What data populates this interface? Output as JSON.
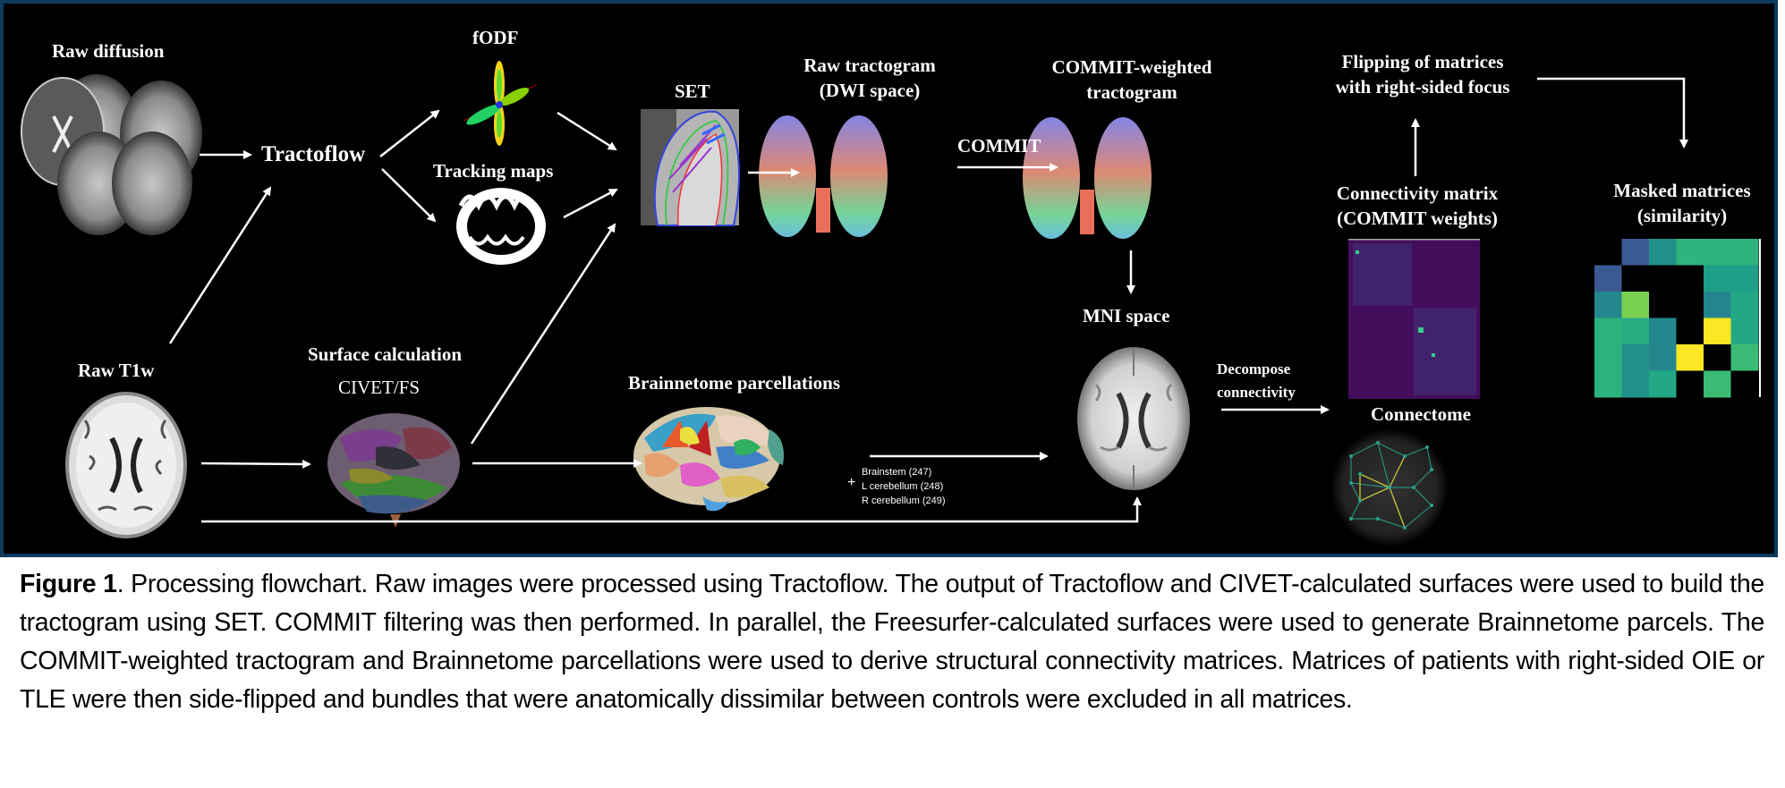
{
  "figure": {
    "nodes": {
      "raw_diffusion": "Raw diffusion",
      "tractoflow": "Tractoflow",
      "fodf": "fODF",
      "tracking_maps": "Tracking maps",
      "set": "SET",
      "raw_tractogram_line1": "Raw tractogram",
      "raw_tractogram_line2": "(DWI space)",
      "commit_edge": "COMMIT",
      "commit_weighted_line1": "COMMIT-weighted",
      "commit_weighted_line2": "tractogram",
      "mni_space": "MNI space",
      "raw_t1w": "Raw T1w",
      "surface_calc": "Surface calculation",
      "civet_fs": "CIVET/FS",
      "brainnetome": "Brainnetome parcellations",
      "extra_plus": "+",
      "extra_regions": [
        "Brainstem (247)",
        "L cerebellum (248)",
        "R cerebellum (249)"
      ],
      "decompose_line1": "Decompose",
      "decompose_line2": "connectivity",
      "conn_matrix_line1": "Connectivity matrix",
      "conn_matrix_line2": "(COMMIT weights)",
      "connectome": "Connectome",
      "flipping_line1": "Flipping of matrices",
      "flipping_line2": "with right-sided focus",
      "masked_line1": "Masked matrices",
      "masked_line2": "(similarity)"
    },
    "masked_matrix_colors": [
      [
        "#000000",
        "#3b5a92",
        "#21908c",
        "#2fb47c",
        "#2db27d",
        "#2db27d"
      ],
      [
        "#3b5a92",
        "#000000",
        "#000000",
        "#000000",
        "#1f9e89",
        "#1f9e89"
      ],
      [
        "#24878e",
        "#7ad151",
        "#000000",
        "#000000",
        "#25858e",
        "#22a884"
      ],
      [
        "#2db27d",
        "#27ad81",
        "#24878e",
        "#000000",
        "#fde725",
        "#22a884"
      ],
      [
        "#2db27d",
        "#21918c",
        "#24878e",
        "#fde725",
        "#000000",
        "#3bbb75"
      ],
      [
        "#2db27d",
        "#21918c",
        "#22a884",
        "#000000",
        "#3bbb75",
        "#000000"
      ]
    ],
    "colors": {
      "background": "#000000",
      "border": "#0d3a5f",
      "arrow": "#ffffff"
    }
  },
  "caption": {
    "label": "Figure 1",
    "text": ". Processing flowchart. Raw images were processed using Tractoflow. The output of Tractoflow and CIVET-calculated surfaces were used to build the tractogram using SET. COMMIT filtering was then performed. In parallel, the Freesurfer-calculated surfaces were used to generate Brainnetome parcels. The COMMIT-weighted tractogram and Brainnetome parcellations were used to derive structural connectivity matrices. Matrices of patients with right-sided OIE or TLE were then side-flipped and bundles that were anatomically dissimilar between controls were excluded in all matrices."
  }
}
